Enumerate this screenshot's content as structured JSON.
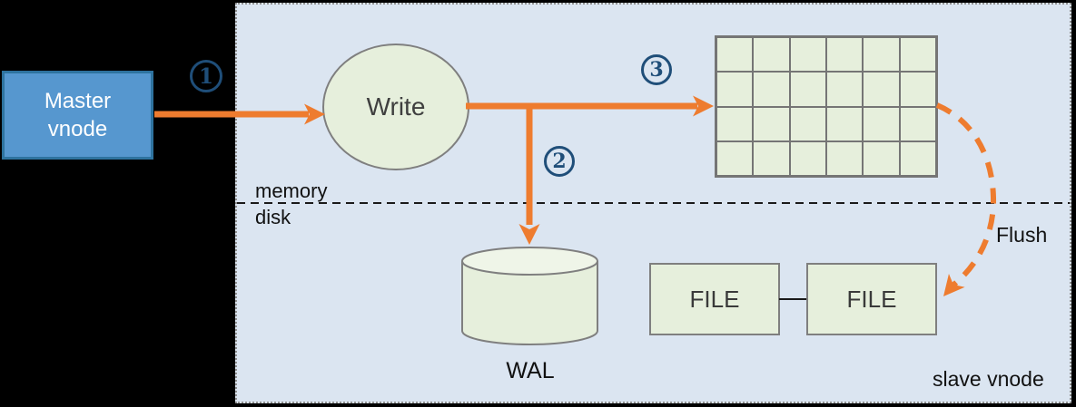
{
  "panel": {
    "name": "slave vnode"
  },
  "nodes": {
    "master_vnode": {
      "label": "Master\nvnode"
    },
    "write": {
      "label": "Write"
    },
    "wal": {
      "label": "WAL"
    },
    "files": [
      {
        "label": "FILE"
      },
      {
        "label": "FILE"
      }
    ]
  },
  "labels": {
    "memory": "memory",
    "disk": "disk",
    "flush": "Flush",
    "slave_vnode": "slave vnode"
  },
  "steps": [
    {
      "label": "1"
    },
    {
      "label": "2"
    },
    {
      "label": "3"
    }
  ],
  "grid": {
    "rows": 4,
    "cols": 6
  },
  "colors": {
    "canvas_bg": "#000000",
    "panel_bg": "#dbe5f1",
    "panel_border": "#8f8f8f",
    "shape_green_fill": "#e6efdc",
    "shape_green_top_fill": "#eff5e8",
    "shape_green_border": "#7f7f7f",
    "master_fill": "#5697cf",
    "master_border": "#2e739f",
    "arrow_orange": "#ee7c2f",
    "step_badge_blue": "#1f4e79",
    "separator_black": "#1a1a1a"
  }
}
